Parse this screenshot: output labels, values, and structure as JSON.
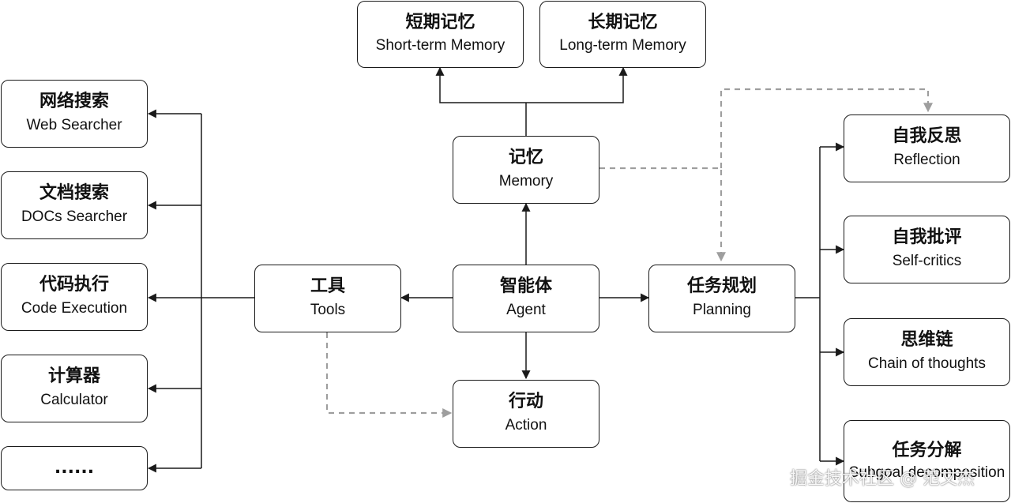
{
  "nodes": {
    "short_term_memory": {
      "zh": "短期记忆",
      "en": "Short-term Memory"
    },
    "long_term_memory": {
      "zh": "长期记忆",
      "en": "Long-term Memory"
    },
    "memory": {
      "zh": "记忆",
      "en": "Memory"
    },
    "agent": {
      "zh": "智能体",
      "en": "Agent"
    },
    "tools": {
      "zh": "工具",
      "en": "Tools"
    },
    "action": {
      "zh": "行动",
      "en": "Action"
    },
    "planning": {
      "zh": "任务规划",
      "en": "Planning"
    },
    "web_searcher": {
      "zh": "网络搜索",
      "en": "Web Searcher"
    },
    "docs_searcher": {
      "zh": "文档搜索",
      "en": "DOCs Searcher"
    },
    "code_execution": {
      "zh": "代码执行",
      "en": "Code Execution"
    },
    "calculator": {
      "zh": "计算器",
      "en": "Calculator"
    },
    "more_tools": {
      "zh": "......"
    },
    "reflection": {
      "zh": "自我反思",
      "en": "Reflection"
    },
    "self_critics": {
      "zh": "自我批评",
      "en": "Self-critics"
    },
    "chain_of_thoughts": {
      "zh": "思维链",
      "en": "Chain of thoughts"
    },
    "subgoal_decomposition": {
      "zh": "任务分解",
      "en": "Subgoal decomposition"
    }
  },
  "watermark": "掘金技术社区 @ 范文杰",
  "colors": {
    "solid_edge": "#1a1a1a",
    "dashed_edge": "#9e9e9e",
    "node_border": "#1a1a1a"
  }
}
